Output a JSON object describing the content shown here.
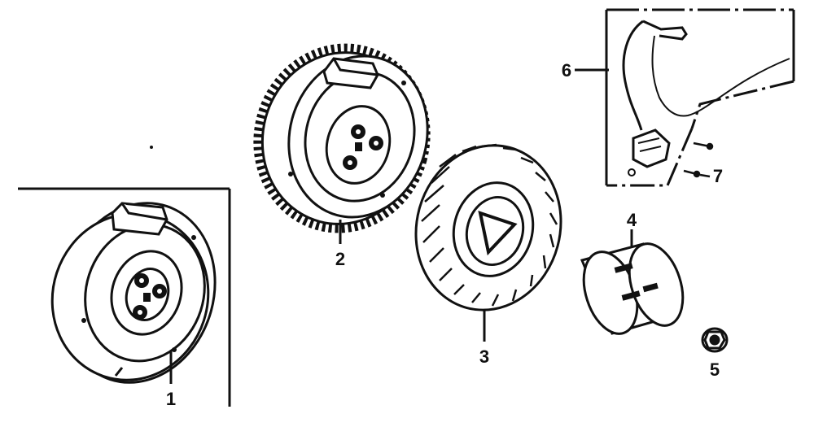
{
  "colors": {
    "ink": "#111111",
    "paper": "#ffffff"
  },
  "callouts": {
    "part1": "1",
    "part2": "2",
    "part3": "3",
    "part4": "4",
    "part5": "5",
    "part6": "6",
    "part7": "7"
  }
}
